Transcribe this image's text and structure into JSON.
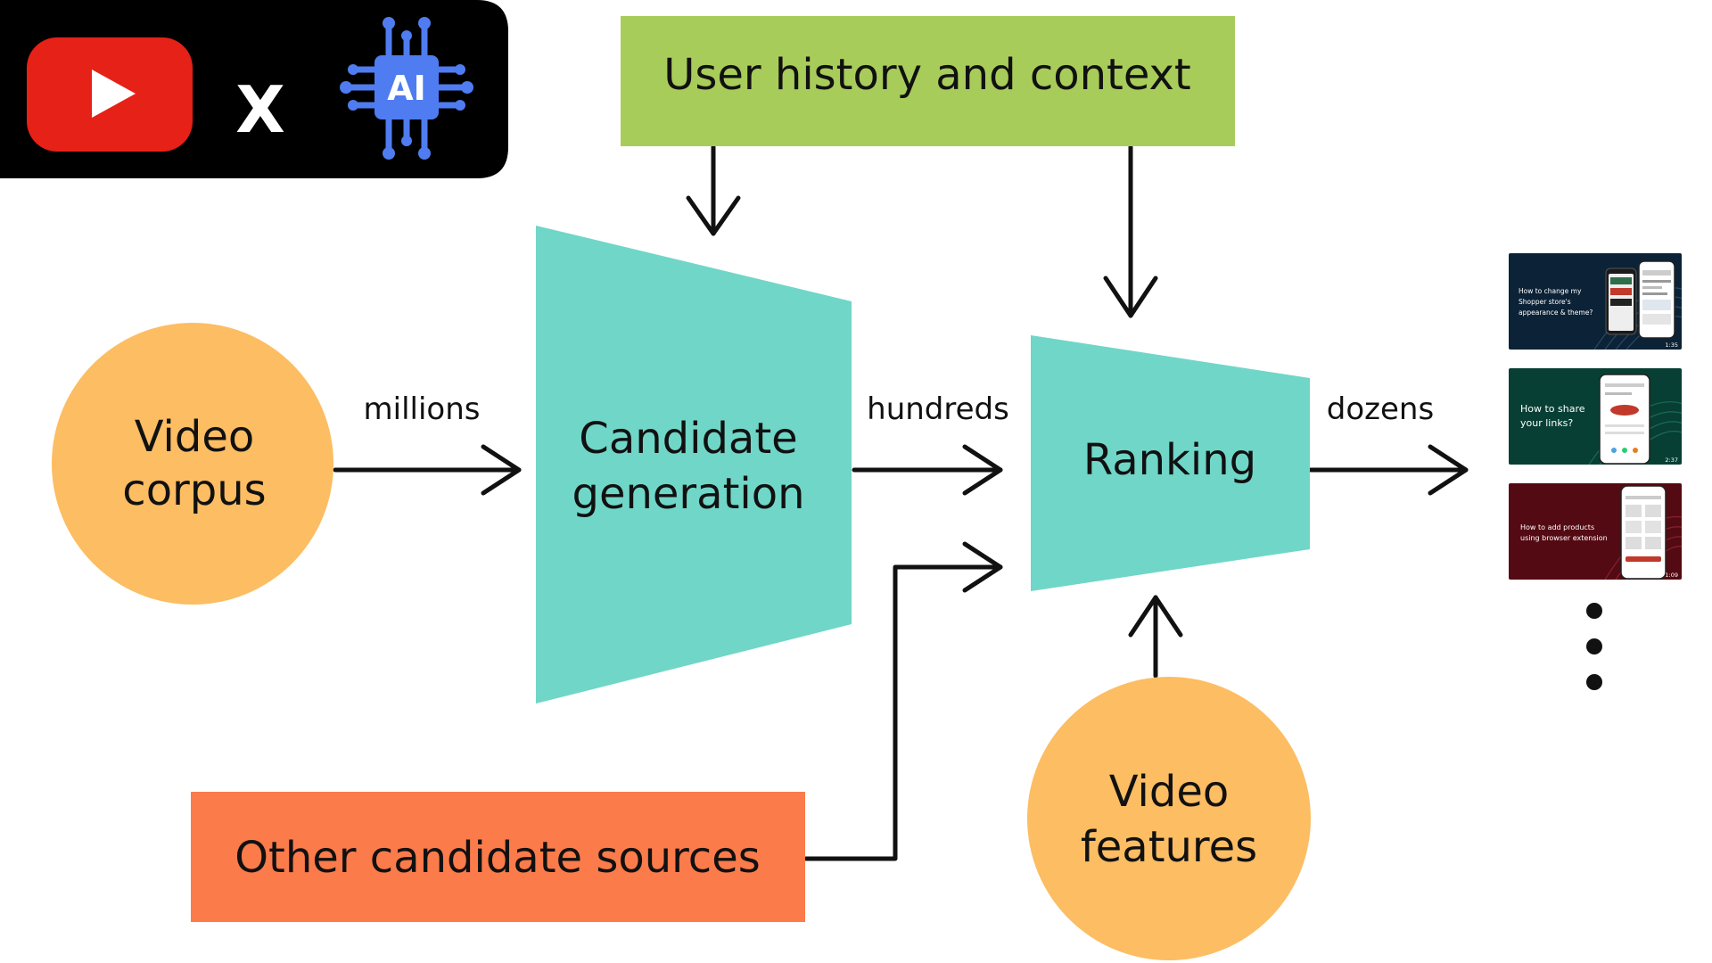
{
  "badge": {
    "times_glyph": "X",
    "ai_chip_label": "AI",
    "youtube_icon": "youtube-play-icon",
    "chip_icon": "ai-circuit-chip-icon"
  },
  "nodes": {
    "user_history": "User history and context",
    "video_corpus": [
      "Video",
      "corpus"
    ],
    "candidate_generation": [
      "Candidate",
      "generation"
    ],
    "ranking": "Ranking",
    "other_sources": "Other candidate sources",
    "video_features": [
      "Video",
      "features"
    ]
  },
  "edges": {
    "millions": "millions",
    "hundreds": "hundreds",
    "dozens": "dozens"
  },
  "results": {
    "thumbnails": [
      {
        "title_lines": [
          "How to change my",
          "Shopper store's",
          "appearance & theme?"
        ],
        "duration": "1:35",
        "color": "#0c2236"
      },
      {
        "title_lines": [
          "How to share",
          "your links?"
        ],
        "duration": "2:37",
        "color": "#073f34"
      },
      {
        "title_lines": [
          "How to add products",
          "using browser extension"
        ],
        "duration": "1:09",
        "color": "#540a12"
      }
    ],
    "more_icon": "vertical-ellipsis-icon"
  },
  "colors": {
    "badge_bg": "#000000",
    "youtube_red": "#e62117",
    "ai_blue": "#4f7cf0",
    "user_history_bg": "#a8cc5a",
    "teal": "#70d6c8",
    "orange_circle": "#fcbd63",
    "other_sources_bg": "#fb7b4b",
    "line": "#111111"
  }
}
